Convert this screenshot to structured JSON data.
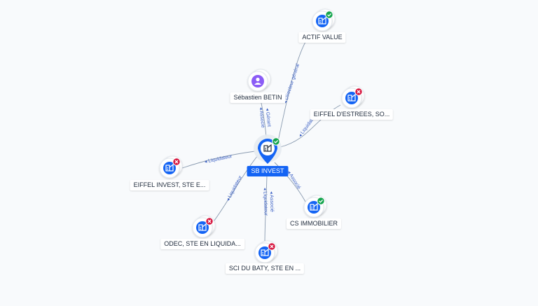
{
  "colors": {
    "accent": "#1464f4",
    "active": "#14a44d",
    "inactive": "#d6163f",
    "person": "#8b5cf6",
    "edge": "#8a9bb0",
    "edge_label": "#3a5fc4"
  },
  "center": {
    "id": "sb",
    "label": "SB INVEST",
    "status": "active",
    "icon": "building-icon"
  },
  "nodes": [
    {
      "id": "actif",
      "label": "ACTIF VALUE",
      "type": "company",
      "status": "active",
      "icon": "building-icon"
    },
    {
      "id": "betin",
      "label": "Sébastien BETIN",
      "type": "person",
      "status": "none",
      "icon": "person-icon"
    },
    {
      "id": "eiffel_estrees",
      "label": "EIFFEL D'ESTREES, SO...",
      "type": "company",
      "status": "inactive",
      "icon": "building-icon"
    },
    {
      "id": "eiffel_invest",
      "label": "EIFFEL INVEST, STE E...",
      "type": "company",
      "status": "inactive",
      "icon": "building-icon"
    },
    {
      "id": "odec",
      "label": "ODEC, STE EN LIQUIDA...",
      "type": "company",
      "status": "inactive",
      "icon": "building-icon"
    },
    {
      "id": "sci_baty",
      "label": "SCI DU BATY, STE EN ...",
      "type": "company",
      "status": "inactive",
      "icon": "building-icon"
    },
    {
      "id": "cs_immo",
      "label": "CS IMMOBILIER",
      "type": "company",
      "status": "active",
      "icon": "building-icon"
    }
  ],
  "edges": [
    {
      "to": "actif",
      "labels": [
        "Directeur général"
      ]
    },
    {
      "to": "betin",
      "labels": [
        "Gérant",
        "Associé"
      ]
    },
    {
      "to": "eiffel_estrees",
      "labels": [
        "Liquidateur"
      ]
    },
    {
      "to": "eiffel_invest",
      "labels": [
        "Liquidateur"
      ]
    },
    {
      "to": "odec",
      "labels": [
        "Liquidateur"
      ]
    },
    {
      "to": "sci_baty",
      "labels": [
        "Liquidateur",
        "Associé"
      ]
    },
    {
      "to": "cs_immo",
      "labels": [
        "Associé"
      ]
    }
  ]
}
